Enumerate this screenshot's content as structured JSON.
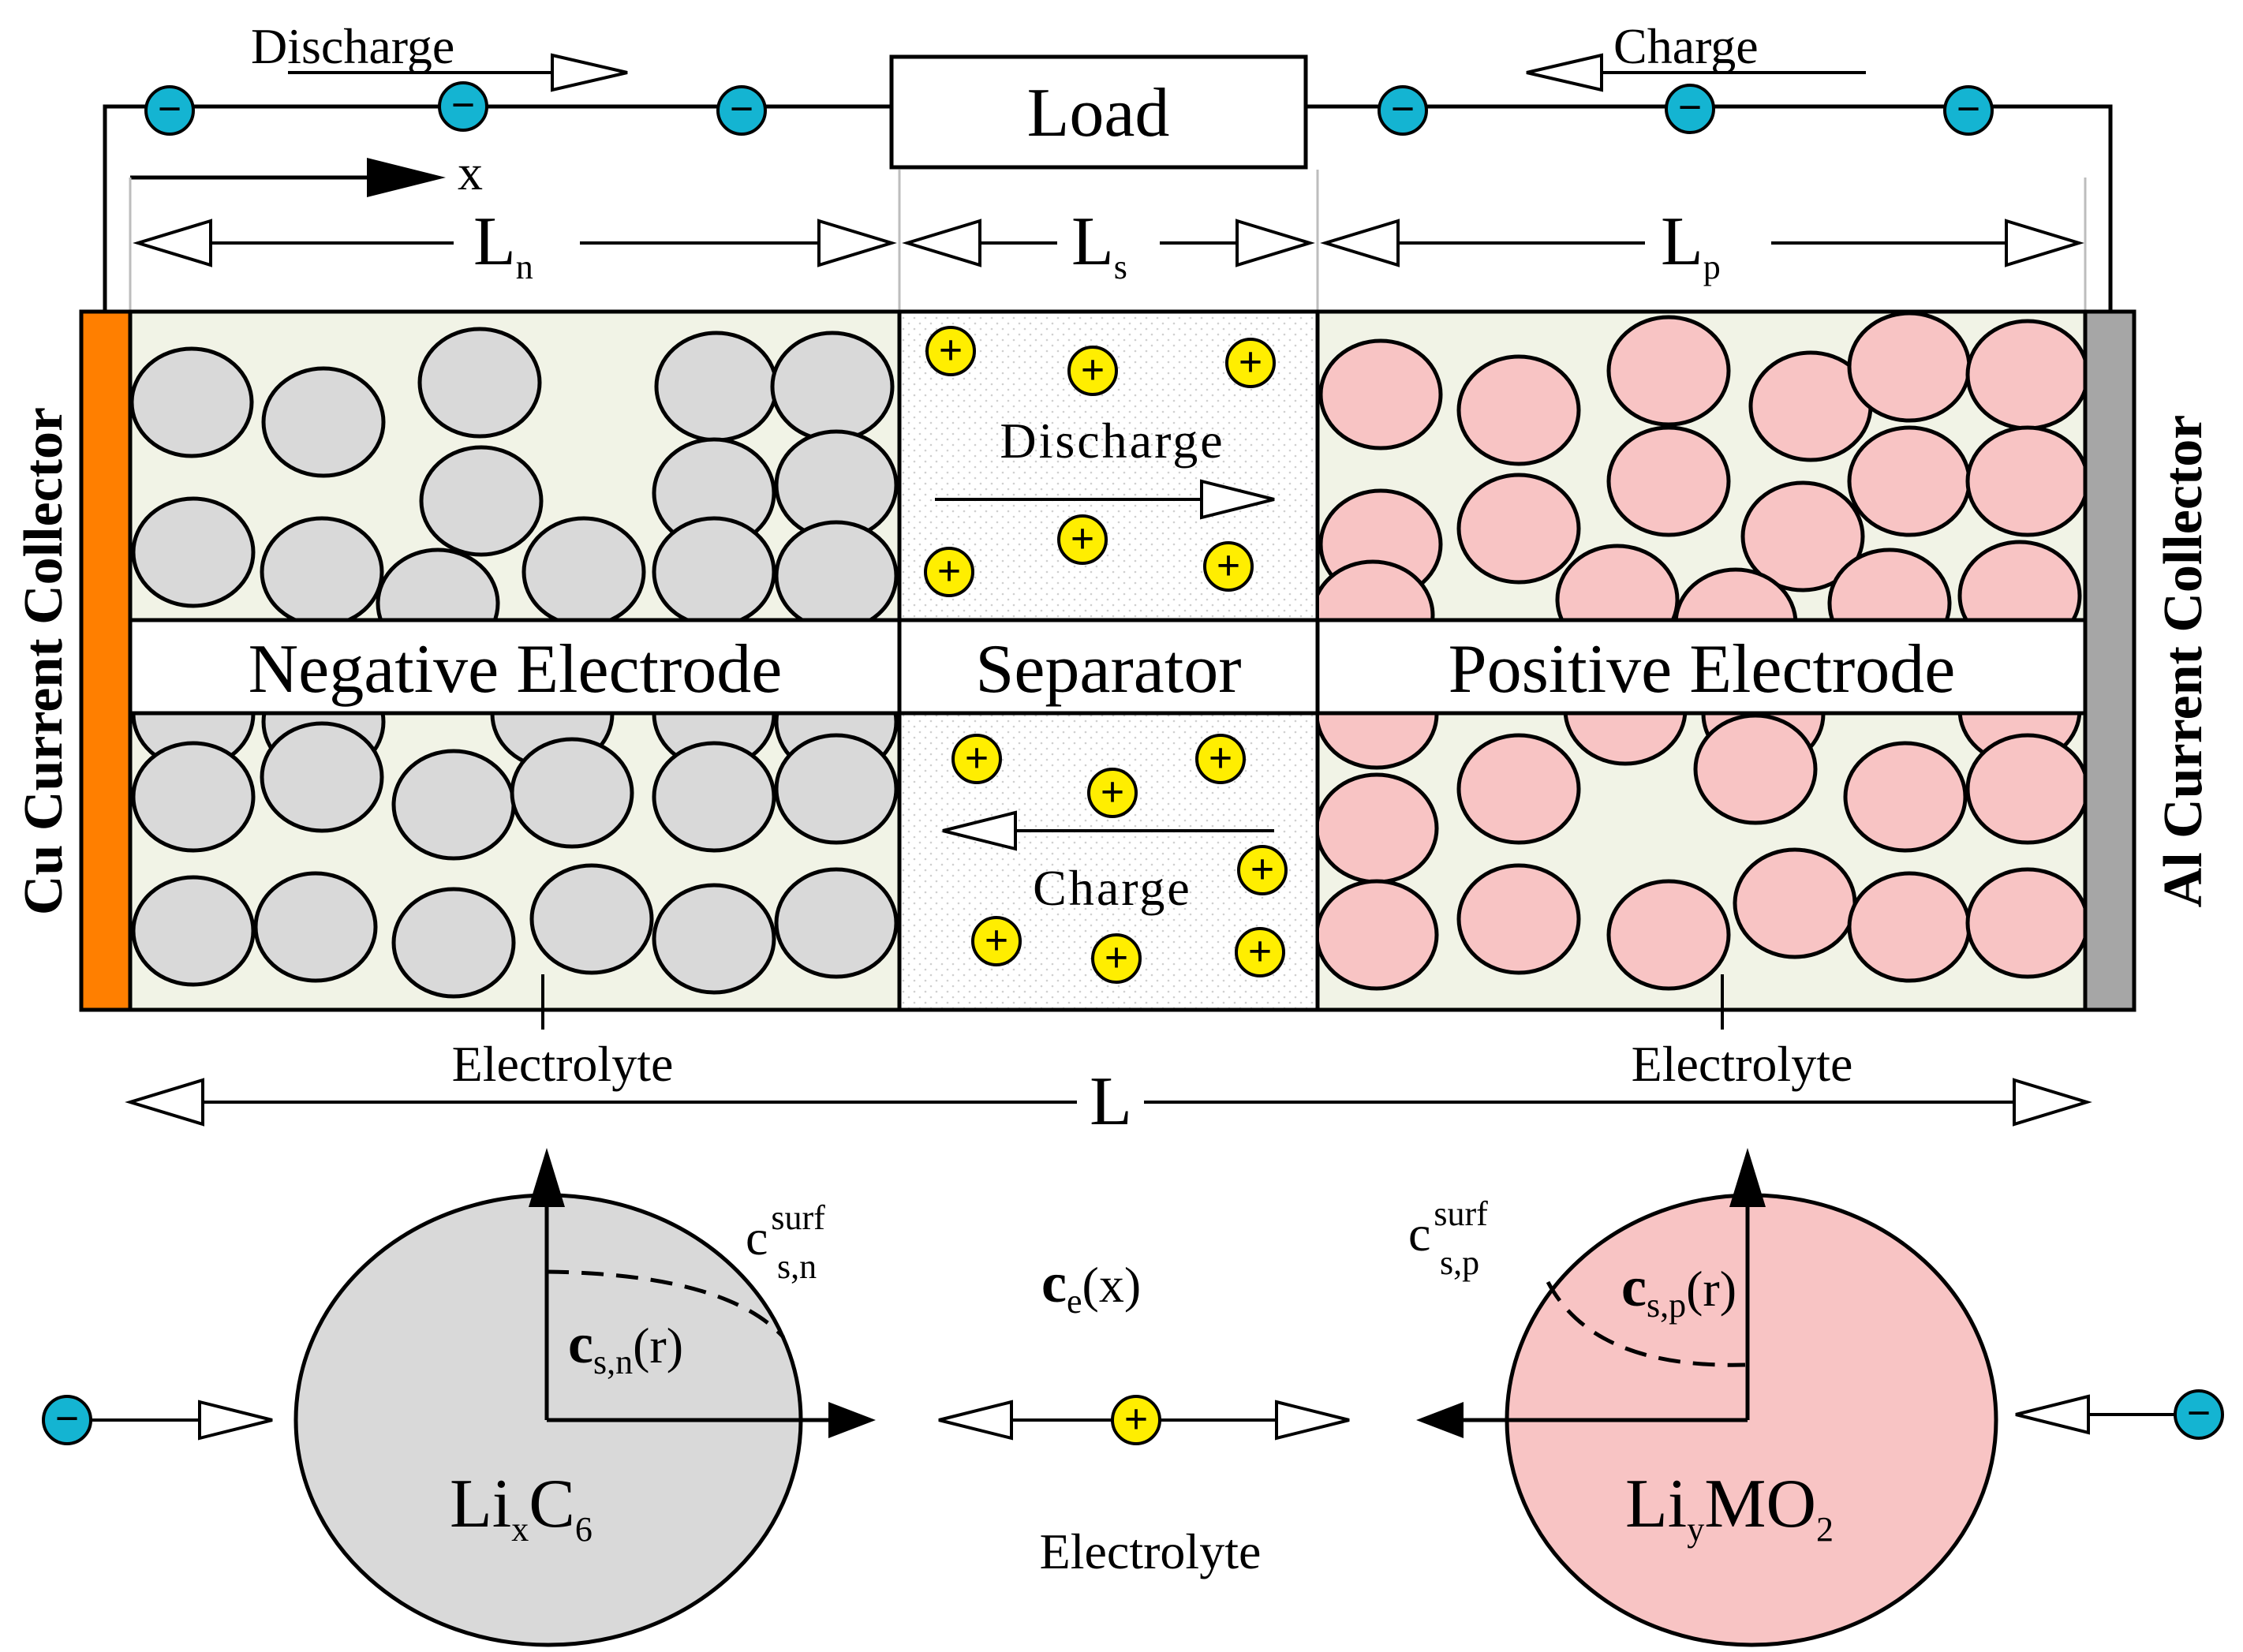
{
  "circuit": {
    "load_label": "Load",
    "discharge_label": "Discharge",
    "charge_label": "Charge",
    "axis_label": "x"
  },
  "dimensions": {
    "ln_main": "L",
    "ln_sub": "n",
    "ls_main": "L",
    "ls_sub": "s",
    "lp_main": "L",
    "lp_sub": "p",
    "total": "L"
  },
  "regions": {
    "negative": "Negative Electrode",
    "separator": "Separator",
    "positive": "Positive Electrode"
  },
  "separator_flow": {
    "discharge": "Discharge",
    "charge": "Charge"
  },
  "collectors": {
    "left": "Cu Current Collector",
    "right": "Al Current Collector"
  },
  "electrolyte_labels": {
    "left": "Electrolyte",
    "right": "Electrolyte",
    "bottom": "Electrolyte"
  },
  "particles_detail": {
    "neg_formula_main": "Li",
    "neg_formula_x": "x",
    "neg_formula_c": "C",
    "neg_formula_6": "6",
    "pos_formula_main": "Li",
    "pos_formula_y": "y",
    "pos_formula_mo": "MO",
    "pos_formula_2": "2",
    "csn_c": "c",
    "csn_sub": "s,n",
    "csn_arg": "(r)",
    "csp_c": "c",
    "csp_sub": "s,p",
    "csp_arg": "(r)",
    "ce_c": "c",
    "ce_sub": "e",
    "ce_arg": "(x)",
    "surf_n_c": "c",
    "surf_n_sup": "surf",
    "surf_n_sub": "s,n",
    "surf_p_c": "c",
    "surf_p_sup": "surf",
    "surf_p_sub": "s,p"
  },
  "symbols": {
    "electron": "−",
    "ion": "+"
  },
  "colors": {
    "electrode_bg": "#f1f3e6",
    "negative_particle": "#d9d9d9",
    "positive_particle": "#f8c4c4",
    "electron": "#14b4d2",
    "ion": "#ffee00",
    "cu_collector": "#ff7f00",
    "al_collector": "#a6a6a6"
  }
}
